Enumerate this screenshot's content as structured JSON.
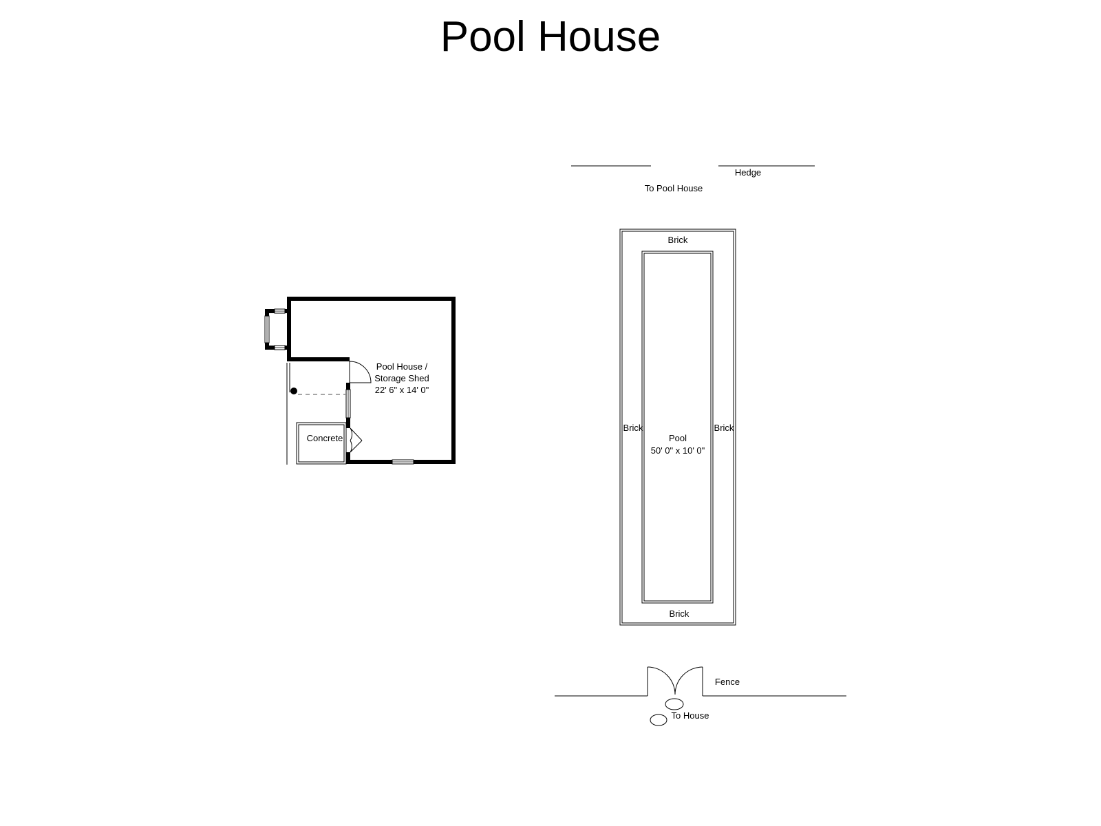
{
  "title": "Pool House",
  "pool_house": {
    "name_line1": "Pool House /",
    "name_line2": "Storage Shed",
    "dimensions": "22' 6\" x 14' 0\"",
    "concrete_label": "Concrete"
  },
  "pool": {
    "name": "Pool",
    "dimensions": "50' 0\" x 10' 0\"",
    "brick_top": "Brick",
    "brick_bottom": "Brick",
    "brick_left": "Brick",
    "brick_right": "Brick"
  },
  "site": {
    "hedge_label": "Hedge",
    "to_pool_house_label": "To Pool House",
    "fence_label": "Fence",
    "to_house_label": "To House"
  }
}
